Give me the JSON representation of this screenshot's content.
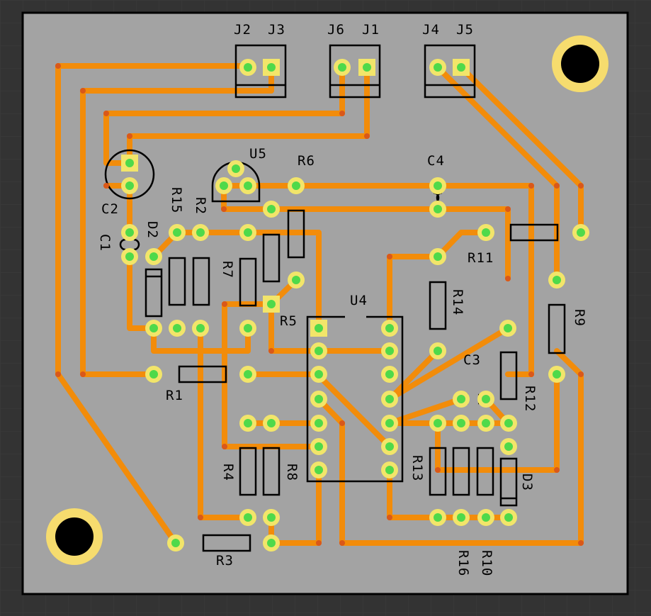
{
  "board": {
    "bg_color": "#333333",
    "board_color": "#a3a3a3",
    "grid_color": "#3b3b3b",
    "trace_color": "#f28c0a",
    "pad_ring_color": "#f2e56a",
    "pad_center_color": "#4fd94a",
    "hole_ring_color": "#f6dc6e",
    "hole_color": "#000000"
  },
  "labels": {
    "J2": "J2",
    "J3": "J3",
    "J6": "J6",
    "J1": "J1",
    "J4": "J4",
    "J5": "J5",
    "U5": "U5",
    "R6": "R6",
    "C4": "C4",
    "C2": "C2",
    "C1": "C1",
    "R15": "R15",
    "R2": "R2",
    "D2": "D2",
    "R7": "R7",
    "R11": "R11",
    "R14": "R14",
    "R9": "R9",
    "U4": "U4",
    "R5": "R5",
    "C3": "C3",
    "R12": "R12",
    "R1": "R1",
    "R4": "R4",
    "R8": "R8",
    "R13": "R13",
    "D3": "D3",
    "R3": "R3",
    "R16": "R16",
    "R10": "R10"
  }
}
